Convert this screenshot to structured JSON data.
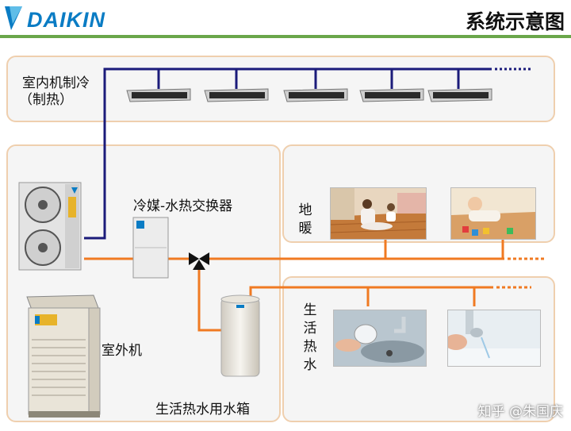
{
  "header": {
    "brand": "DAIKIN",
    "title": "系统示意图",
    "accent_color": "#6aa64a",
    "brand_color": "#0a7cc4"
  },
  "indoor": {
    "label_line1": "室内机制冷",
    "label_line2": "（制热）",
    "unit_icon": "ducted-indoor-unit-icon"
  },
  "outdoor": {
    "label": "室外机",
    "unit_icon": "outdoor-unit-icon"
  },
  "exchanger": {
    "label": "冷媒-水热交换器",
    "icon": "heat-exchanger-icon"
  },
  "tank": {
    "label": "生活热水用水箱",
    "icon": "water-tank-icon"
  },
  "floor_heating": {
    "label": "地暖"
  },
  "hot_water": {
    "label": "生活热水"
  },
  "watermark": "知乎 @朱国庆",
  "colors": {
    "refrigerant_pipe": "#1b1b7a",
    "water_pipe": "#f07a22",
    "panel_border": "#efcfae",
    "panel_fill": "#f5f5f5"
  }
}
